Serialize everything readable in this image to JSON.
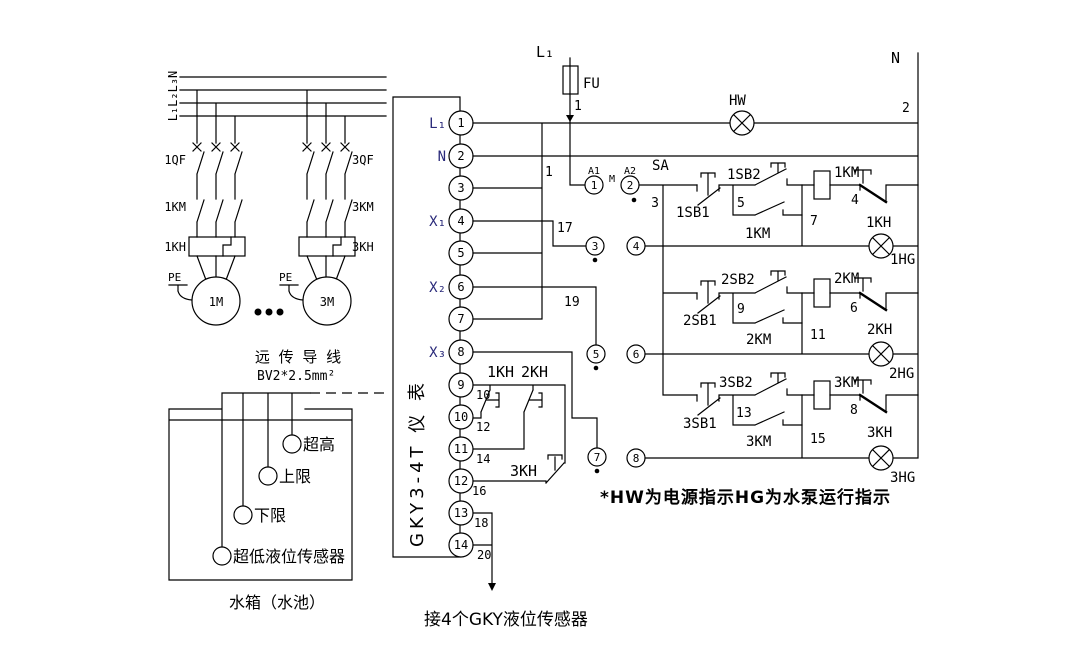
{
  "colors": {
    "background": "#ffffff",
    "ink": "#000000",
    "label_blue": "#2a2a7a"
  },
  "power": {
    "bus_label": "L₁L₂L₃N",
    "b1": {
      "qf": "1QF",
      "km": "1KM",
      "kh": "1KH",
      "motor": "1M",
      "pe": "PE"
    },
    "b2": {
      "qf": "3QF",
      "km": "3KM",
      "kh": "3KH",
      "motor": "3M",
      "pe": "PE"
    }
  },
  "tank": {
    "wire_name": "远 传 导 线",
    "wire_spec": "BV2*2.5mm²",
    "sensor_high": "超高",
    "sensor_upper": "上限",
    "sensor_lower": "下限",
    "sensor_low": "超低液位传感器",
    "label": "水箱（水池）"
  },
  "instrument": {
    "name": "GKY3-4T 仪 表",
    "terminals": [
      "1",
      "2",
      "3",
      "4",
      "5",
      "6",
      "7",
      "8",
      "9",
      "10",
      "11",
      "12",
      "13",
      "14"
    ],
    "ports": {
      "t1": "L₁",
      "t2": "N",
      "t4": "X₁",
      "t6": "X₂",
      "t8": "X₃"
    },
    "wire_nums": [
      "10",
      "12",
      "14",
      "16",
      "18",
      "20"
    ],
    "kh1": "1KH",
    "kh2": "2KH",
    "kh3": "3KH",
    "bottom_label": "接4个GKY液位传感器"
  },
  "control": {
    "l1": "L₁",
    "fu": "FU",
    "n": "N",
    "hw": "HW",
    "sa": "SA",
    "a1": "A1",
    "a2": "A2",
    "m": "M",
    "w1": "1",
    "w2": "2",
    "w3": "3",
    "w17": "17",
    "w19": "19",
    "connectors": [
      "1",
      "2",
      "3",
      "4",
      "5",
      "6",
      "7",
      "8"
    ],
    "branches": [
      {
        "sb1": "1SB1",
        "sb2": "1SB2",
        "km": "1KM",
        "coil": "1KM",
        "kh": "1KH",
        "hg": "1HG",
        "w_in": "5",
        "w_lamp": "7",
        "w_out": "4"
      },
      {
        "sb1": "2SB1",
        "sb2": "2SB2",
        "km": "2KM",
        "coil": "2KM",
        "kh": "2KH",
        "hg": "2HG",
        "w_in": "9",
        "w_lamp": "11",
        "w_out": "6"
      },
      {
        "sb1": "3SB1",
        "sb2": "3SB2",
        "km": "3KM",
        "coil": "3KM",
        "kh": "3KH",
        "hg": "3HG",
        "w_in": "13",
        "w_lamp": "15",
        "w_out": "8"
      }
    ],
    "note": "*HW为电源指示HG为水泵运行指示"
  }
}
